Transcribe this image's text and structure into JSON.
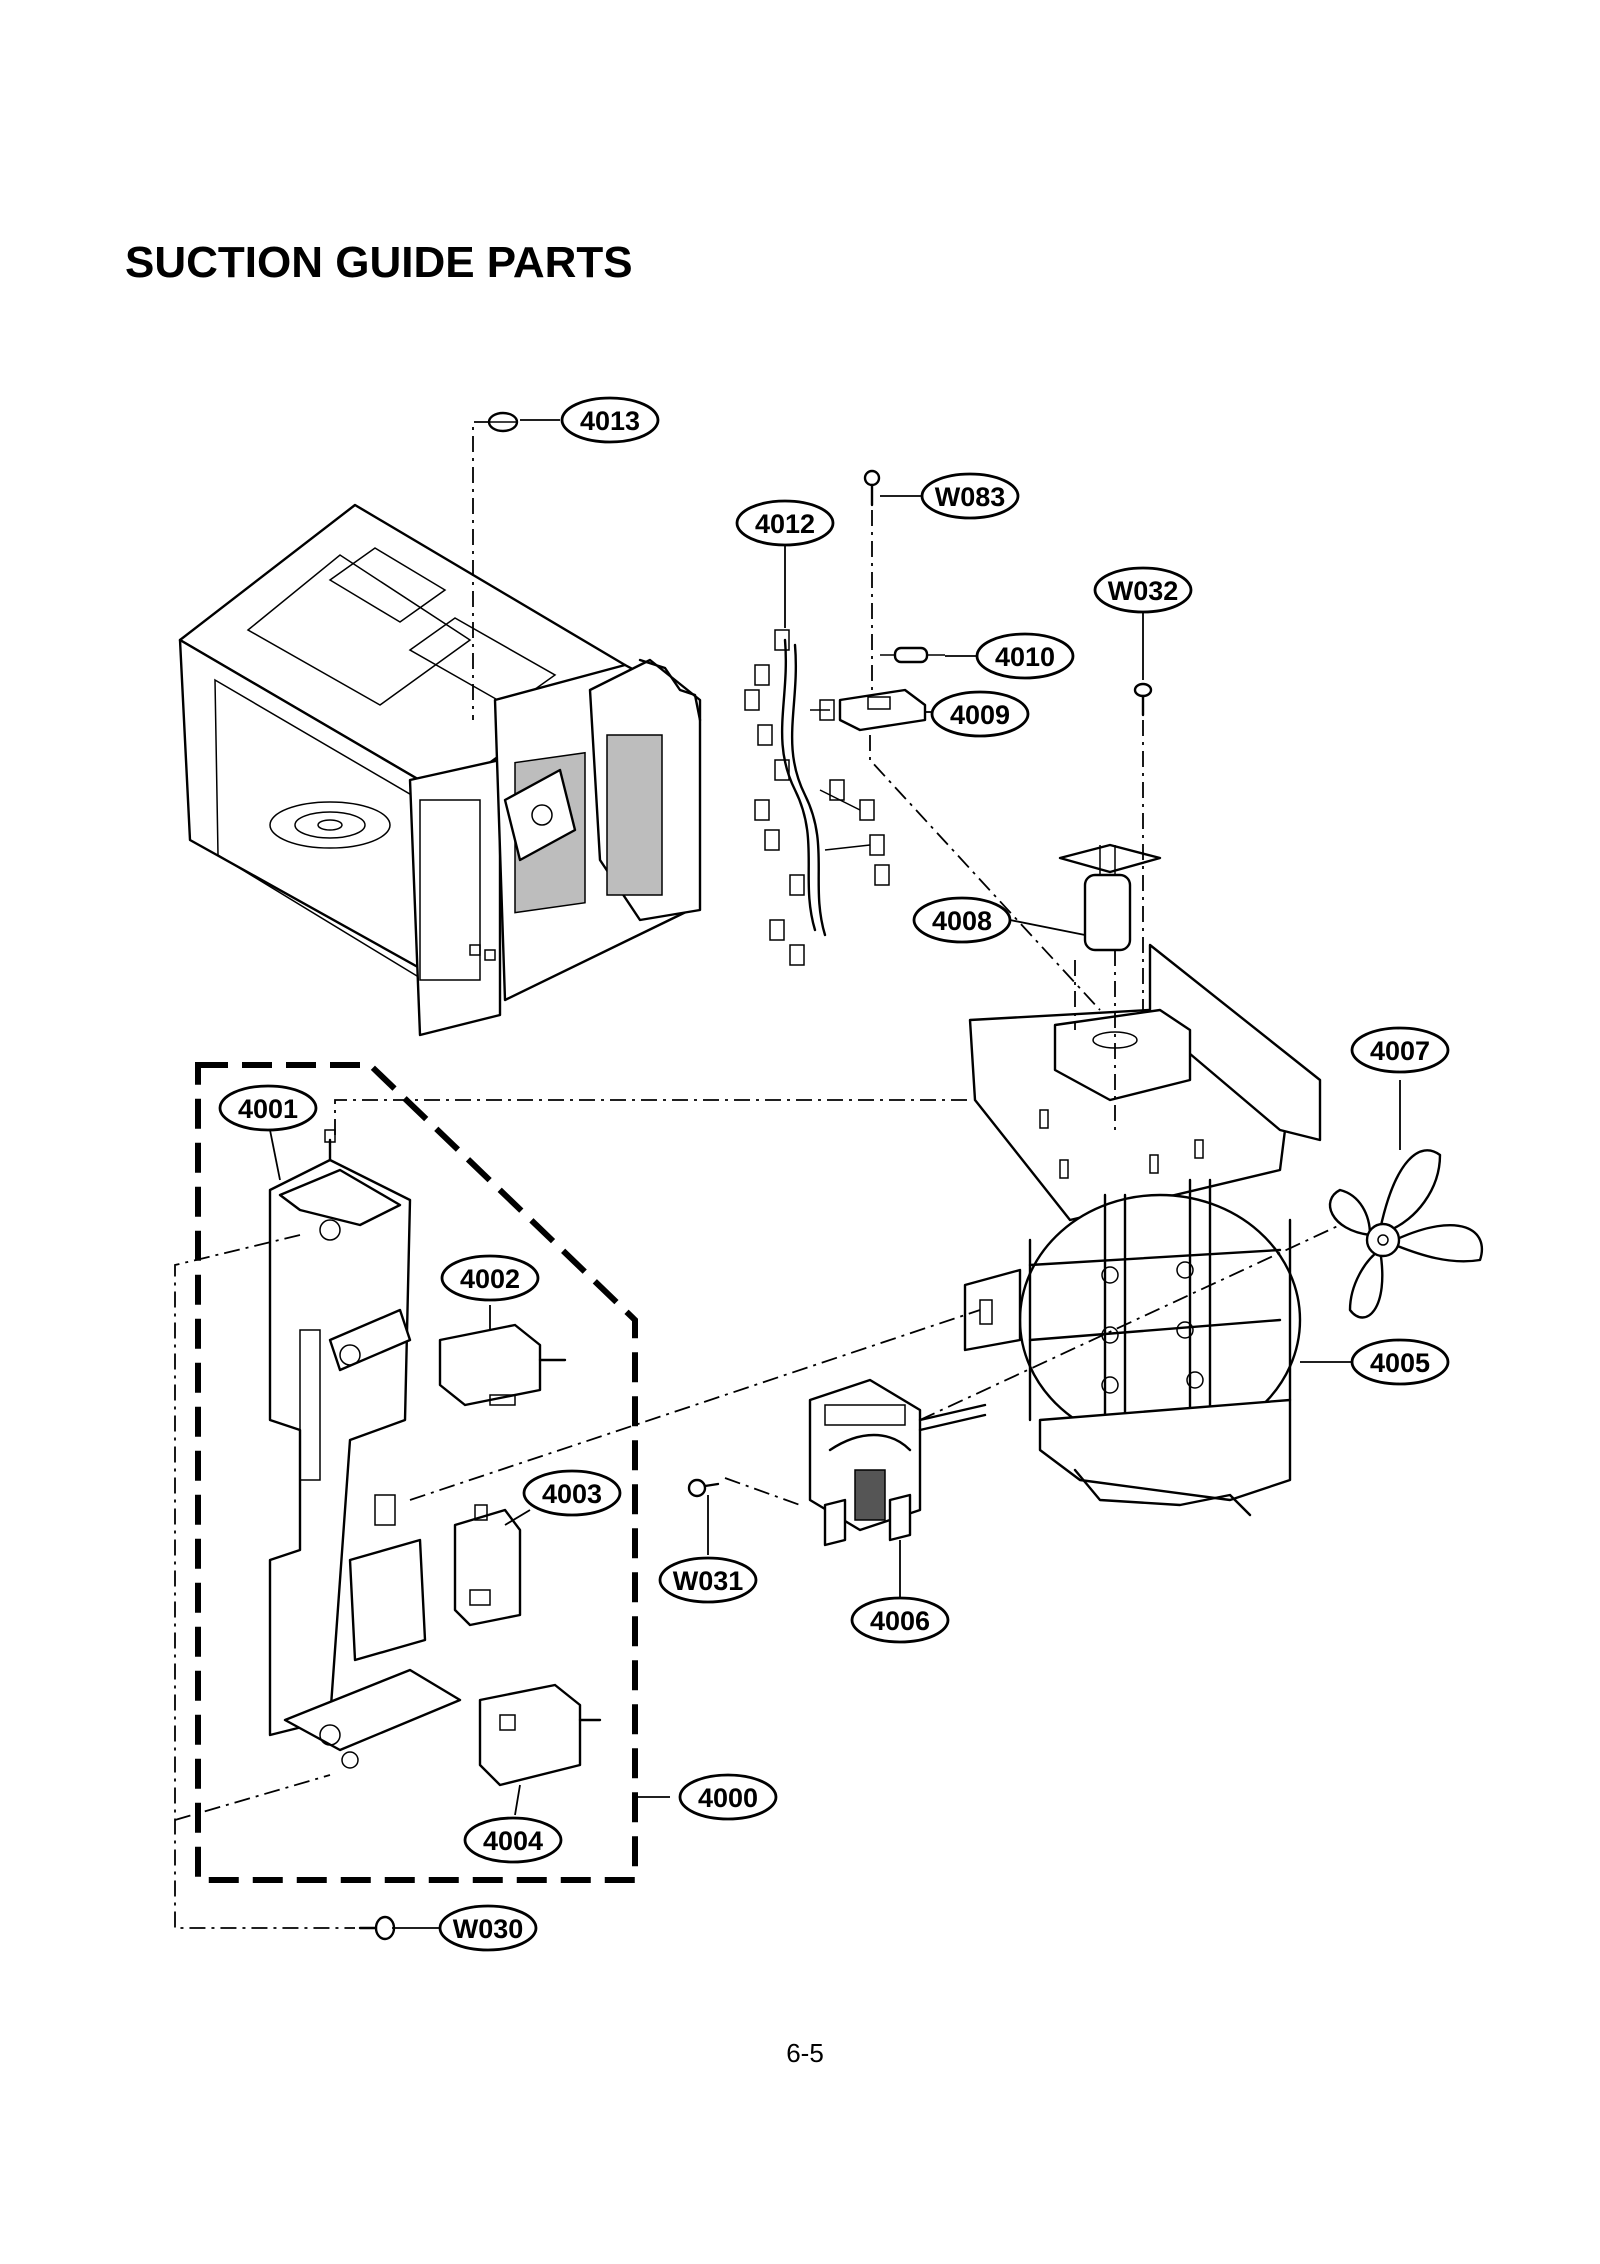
{
  "page": {
    "title": "SUCTION GUIDE PARTS",
    "page_number": "6-5"
  },
  "parts": [
    {
      "id": "4013"
    },
    {
      "id": "W083"
    },
    {
      "id": "4012"
    },
    {
      "id": "W032"
    },
    {
      "id": "4010"
    },
    {
      "id": "4009"
    },
    {
      "id": "4008"
    },
    {
      "id": "4007"
    },
    {
      "id": "4001"
    },
    {
      "id": "4002"
    },
    {
      "id": "4005"
    },
    {
      "id": "4003"
    },
    {
      "id": "W031"
    },
    {
      "id": "4006"
    },
    {
      "id": "4000"
    },
    {
      "id": "4004"
    },
    {
      "id": "W030"
    }
  ]
}
